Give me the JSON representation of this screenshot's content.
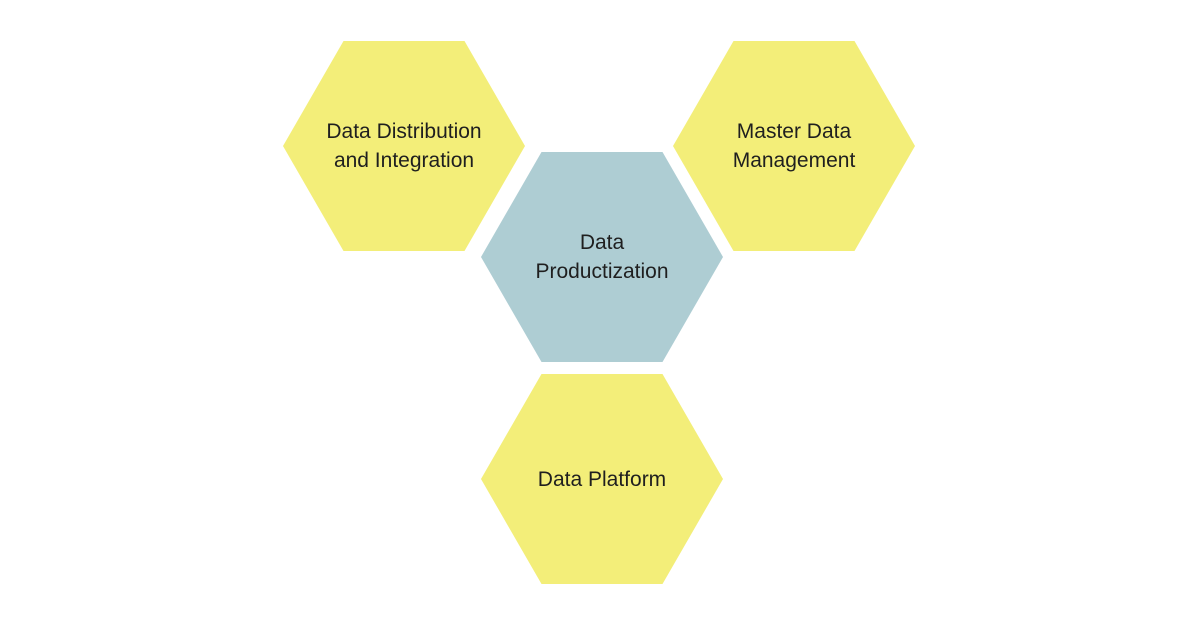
{
  "diagram": {
    "background": "#ffffff",
    "text_color": "#1f1f1f",
    "palette": {
      "yellow": "#f3ee79",
      "blue_grey": "#aecdd3"
    },
    "nodes": [
      {
        "id": "data-distribution-and-integration",
        "label": "Data Distribution\nand Integration",
        "color": "#f3ee79",
        "position": "top-left"
      },
      {
        "id": "master-data-management",
        "label": "Master Data\nManagement",
        "color": "#f3ee79",
        "position": "top-right"
      },
      {
        "id": "data-productization",
        "label": "Data\nProductization",
        "color": "#aecdd3",
        "position": "center"
      },
      {
        "id": "data-platform",
        "label": "Data Platform",
        "color": "#f3ee79",
        "position": "bottom"
      }
    ]
  }
}
